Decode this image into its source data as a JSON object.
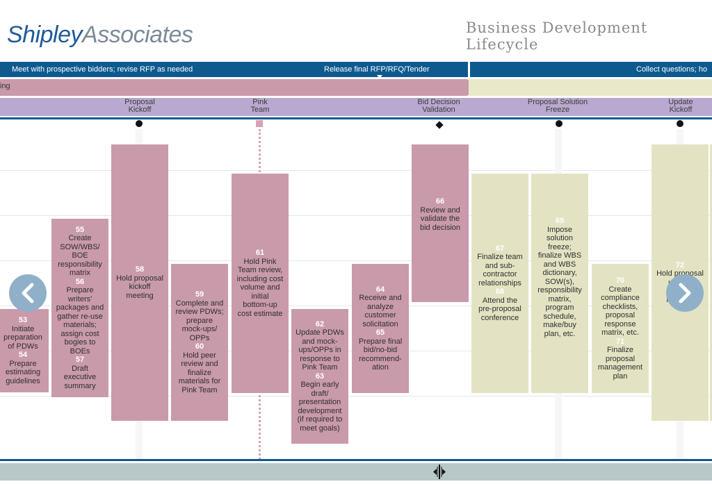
{
  "header": {
    "logo_part1": "Shipley",
    "logo_part2": "Associates",
    "title": "Business Development Lifecycle"
  },
  "phases": {
    "left_text": "Meet with prospective bidders; revise RFP as needed",
    "center_text": "Release final RFP/RFQ/Tender",
    "right_text": "Collect questions; ho",
    "band_label": "ing"
  },
  "milestones": [
    {
      "line1": "Proposal",
      "line2": "Kickoff"
    },
    {
      "line1": "Pink",
      "line2": "Team"
    },
    {
      "line1": "Bid Decision",
      "line2": "Validation"
    },
    {
      "line1": "Proposal Solution",
      "line2": "Freeze"
    },
    {
      "line1": "Update",
      "line2": "Kickoff"
    }
  ],
  "tasks": [
    {
      "items": [
        {
          "num": "53",
          "text": "Initiate\npreparation\nof PDWs"
        },
        {
          "num": "54",
          "text": "Prepare\nestimating\nguidelines"
        }
      ]
    },
    {
      "items": [
        {
          "num": "55",
          "text": "Create\nSOW/WBS/\nBOE\nresponsibility\nmatrix"
        },
        {
          "num": "56",
          "text": "Prepare\nwriters'\npackages and\ngather re-use\nmaterials;\nassign cost\nbogies to\nBOEs"
        },
        {
          "num": "57",
          "text": "Draft\nexecutive\nsummary"
        }
      ]
    },
    {
      "items": [
        {
          "num": "58",
          "text": "Hold proposal\nkickoff\nmeeting"
        }
      ]
    },
    {
      "items": [
        {
          "num": "59",
          "text": "Complete and\nreview PDWs;\nprepare\nmock-ups/\nOPPs"
        },
        {
          "num": "60",
          "text": "Hold peer\nreview and\nfinalize\nmaterials for\nPink Team"
        }
      ]
    },
    {
      "items": [
        {
          "num": "61",
          "text": "Hold Pink\nTeam review,\nincluding cost\nvolume and\ninitial\nbottom-up\ncost estimate"
        }
      ]
    },
    {
      "items": [
        {
          "num": "62",
          "text": "Update PDWs\nand mock-\nups/OPPs in\nresponse to\nPink Team"
        },
        {
          "num": "63",
          "text": "Begin early\ndraft/\npresentation\ndevelopment\n(if required to\nmeet goals)"
        }
      ]
    },
    {
      "items": [
        {
          "num": "64",
          "text": "Receive and\nanalyze\ncustomer\nsolicitation"
        },
        {
          "num": "65",
          "text": "Prepare final\nbid/no-bid\nrecommend-\nation"
        }
      ]
    },
    {
      "items": [
        {
          "num": "66",
          "text": "Review and\nvalidate the\nbid decision"
        }
      ]
    },
    {
      "items": [
        {
          "num": "67",
          "text": "Finalize team\nand sub-\ncontractor\nrelationships"
        },
        {
          "num": "68",
          "text": "Attend the\npre-proposal\nconference"
        }
      ]
    },
    {
      "items": [
        {
          "num": "69",
          "text": "Impose\nsolution\nfreeze;\nfinalize WBS\nand WBS\ndictionary,\nSOW(s),\nresponsibility\nmatrix,\nprogram\nschedule,\nmake/buy\nplan, etc."
        }
      ]
    },
    {
      "items": [
        {
          "num": "70",
          "text": "Create\ncompliance\nchecklists,\nproposal\nresponse\nmatrix, etc."
        },
        {
          "num": "71",
          "text": "Finalize\nproposal\nmanagement\nplan"
        }
      ]
    },
    {
      "items": [
        {
          "num": "72",
          "text": "Hold proposal\nupdate\nkickoff\nmeeting"
        }
      ]
    }
  ],
  "icons": {
    "prev": "chevron-left-icon",
    "next": "chevron-right-icon",
    "scroll": "scroll-handle-icon"
  },
  "colors": {
    "brand_blue": "#0e5a8f",
    "task_pink": "#c99aaa",
    "task_olive": "#e3e3c3",
    "milestone_band": "#b9a8cf"
  }
}
